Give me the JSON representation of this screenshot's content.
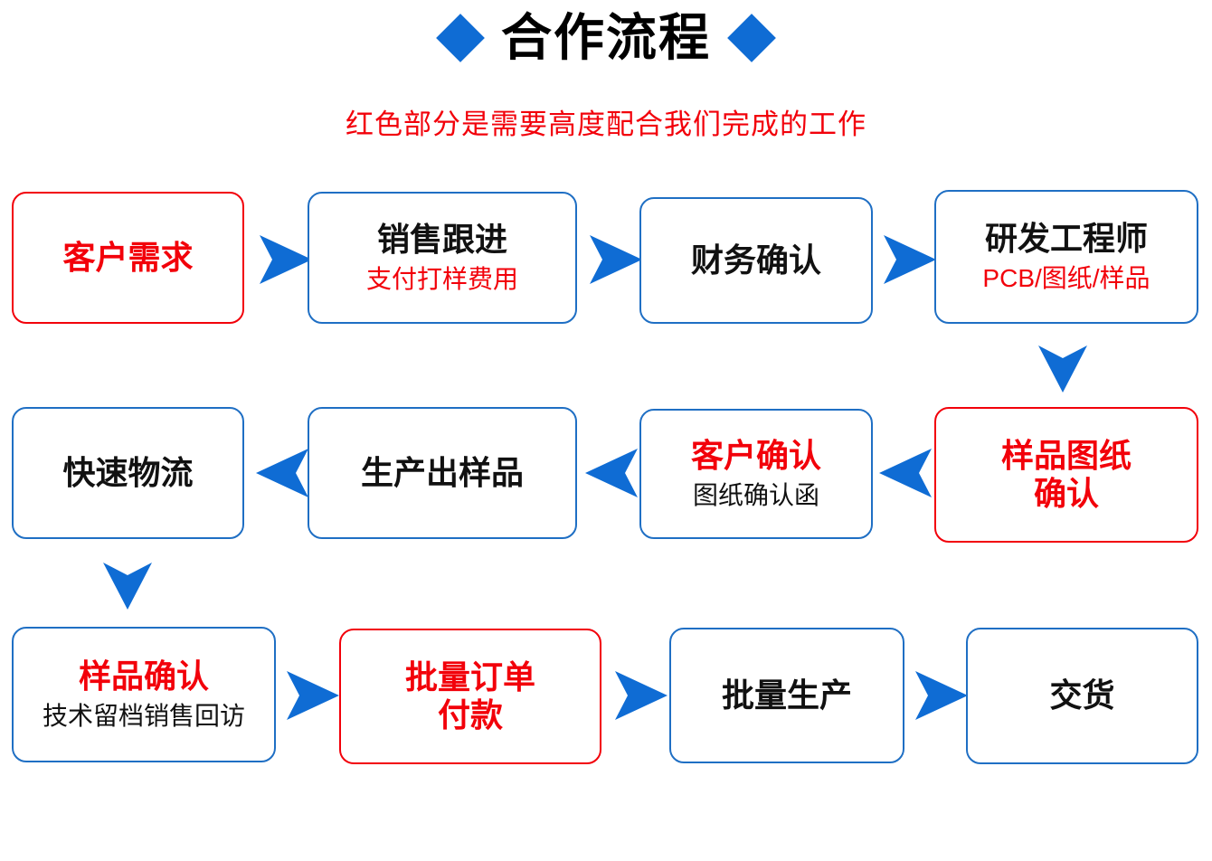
{
  "header": {
    "title": "合作流程",
    "subtitle": "红色部分是需要高度配合我们完成的工作",
    "left_diamond": "diamond-marker",
    "right_diamond": "diamond-marker"
  },
  "colors": {
    "blue": "#0F6CD4",
    "box_blue_border": "#1F6FC4",
    "red": "#F2000A",
    "text_black": "#111111",
    "background": "#FFFFFF"
  },
  "flow": {
    "rows": [
      {
        "id": "row-1",
        "direction": "left-to-right",
        "nodes": [
          {
            "id": "node-customer-demand",
            "main": "客户需求",
            "main_color": "red",
            "sub": "",
            "sub_color": "",
            "border": "red"
          },
          {
            "id": "node-sales-followup",
            "main": "销售跟进",
            "main_color": "black",
            "sub": "支付打样费用",
            "sub_color": "red",
            "border": "blue"
          },
          {
            "id": "node-finance-confirm",
            "main": "财务确认",
            "main_color": "black",
            "sub": "",
            "sub_color": "",
            "border": "blue"
          },
          {
            "id": "node-rd-engineer",
            "main": "研发工程师",
            "main_color": "black",
            "sub": "PCB/图纸/样品",
            "sub_color": "red",
            "border": "blue"
          }
        ]
      },
      {
        "id": "row-2",
        "direction": "right-to-left",
        "nodes": [
          {
            "id": "node-fast-logistics",
            "main": "快速物流",
            "main_color": "black",
            "sub": "",
            "sub_color": "",
            "border": "blue"
          },
          {
            "id": "node-produce-sample",
            "main": "生产出样品",
            "main_color": "black",
            "sub": "",
            "sub_color": "",
            "border": "blue"
          },
          {
            "id": "node-customer-confirm",
            "main": "客户确认",
            "main_color": "red",
            "sub": "图纸确认函",
            "sub_color": "black",
            "border": "blue"
          },
          {
            "id": "node-sample-drawing-confirm",
            "main": "样品图纸\n确认",
            "main_color": "red",
            "sub": "",
            "sub_color": "",
            "border": "red"
          }
        ]
      },
      {
        "id": "row-3",
        "direction": "left-to-right",
        "nodes": [
          {
            "id": "node-sample-confirm",
            "main": "样品确认",
            "main_color": "red",
            "sub": "技术留档销售回访",
            "sub_color": "black",
            "border": "blue"
          },
          {
            "id": "node-bulk-order-payment",
            "main": "批量订单\n付款",
            "main_color": "red",
            "sub": "",
            "sub_color": "",
            "border": "red"
          },
          {
            "id": "node-bulk-production",
            "main": "批量生产",
            "main_color": "black",
            "sub": "",
            "sub_color": "",
            "border": "blue"
          },
          {
            "id": "node-delivery",
            "main": "交货",
            "main_color": "black",
            "sub": "",
            "sub_color": "",
            "border": "blue"
          }
        ]
      }
    ],
    "connectors": [
      {
        "id": "arrow-r1-1",
        "direction": "right"
      },
      {
        "id": "arrow-r1-2",
        "direction": "right"
      },
      {
        "id": "arrow-r1-3",
        "direction": "right"
      },
      {
        "id": "arrow-down-right",
        "direction": "down"
      },
      {
        "id": "arrow-r2-1",
        "direction": "left"
      },
      {
        "id": "arrow-r2-2",
        "direction": "left"
      },
      {
        "id": "arrow-r2-3",
        "direction": "left"
      },
      {
        "id": "arrow-down-left",
        "direction": "down"
      },
      {
        "id": "arrow-r3-1",
        "direction": "right"
      },
      {
        "id": "arrow-r3-2",
        "direction": "right"
      },
      {
        "id": "arrow-r3-3",
        "direction": "right"
      }
    ]
  }
}
